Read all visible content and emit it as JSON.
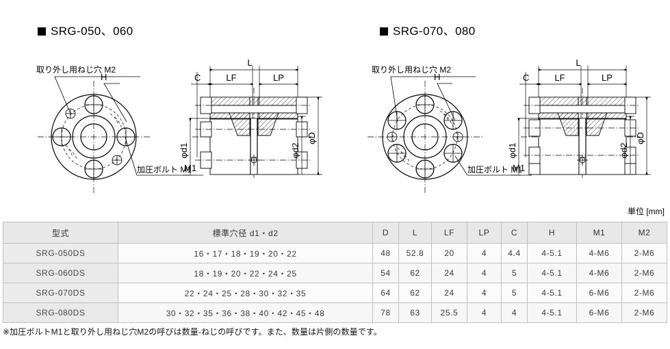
{
  "sections": [
    {
      "id": "left",
      "title": "SRG-050、060",
      "bullet": "filled-square",
      "bolt_count": 4
    },
    {
      "id": "right",
      "title": "SRG-070、080",
      "bullet": "filled-square",
      "bolt_count": 6
    }
  ],
  "drawing_labels": {
    "removal_screw_hole": "取り外し用ねじ穴 M2",
    "pressure_bolt": "加圧ボルト M1",
    "h": "H",
    "l": "L",
    "c": "C",
    "lf": "LF",
    "lp": "LP",
    "phi_d1": "φd1",
    "phi_d2": "φd2",
    "phi_D": "φD",
    "m1": "M1"
  },
  "unit_label": "単位 [mm]",
  "table": {
    "headers": [
      "型式",
      "標準穴径  d1・d2",
      "D",
      "L",
      "LF",
      "LP",
      "C",
      "H",
      "M1",
      "M2"
    ],
    "rows": [
      {
        "model": "SRG-050DS",
        "bore": "16・17・18・19・20・22",
        "D": "48",
        "L": "52.8",
        "LF": "20",
        "LP": "4",
        "C": "4.4",
        "H": "4-5.1",
        "M1": "4-M6",
        "M2": "2-M6"
      },
      {
        "model": "SRG-060DS",
        "bore": "18・19・20・22・24・25",
        "D": "54",
        "L": "62",
        "LF": "24",
        "LP": "4",
        "C": "5",
        "H": "4-5.1",
        "M1": "4-M6",
        "M2": "2-M6"
      },
      {
        "model": "SRG-070DS",
        "bore": "22・24・25・28・30・32・35",
        "D": "64",
        "L": "62",
        "LF": "24",
        "LP": "4",
        "C": "5",
        "H": "4-5.1",
        "M1": "6-M6",
        "M2": "2-M6"
      },
      {
        "model": "SRG-080DS",
        "bore": "30・32・35・36・38・40・42・45・48",
        "D": "78",
        "L": "63",
        "LF": "25.5",
        "LP": "4",
        "C": "4",
        "H": "4-5.1",
        "M1": "6-M6",
        "M2": "2-M6"
      }
    ]
  },
  "footnote": "※加圧ボルトM1と取り外し用ねじ穴M2の呼びは数量-ねじの呼びです。また、数量は片側の数量です。",
  "colors": {
    "page_bg": "#ffffff",
    "line": "#000000",
    "table_header_bg": "#e8e8e8",
    "table_model_bg": "#ececec",
    "table_cell_bg": "#fbfbfb",
    "table_border": "#bfbfbf",
    "text": "#333333"
  }
}
